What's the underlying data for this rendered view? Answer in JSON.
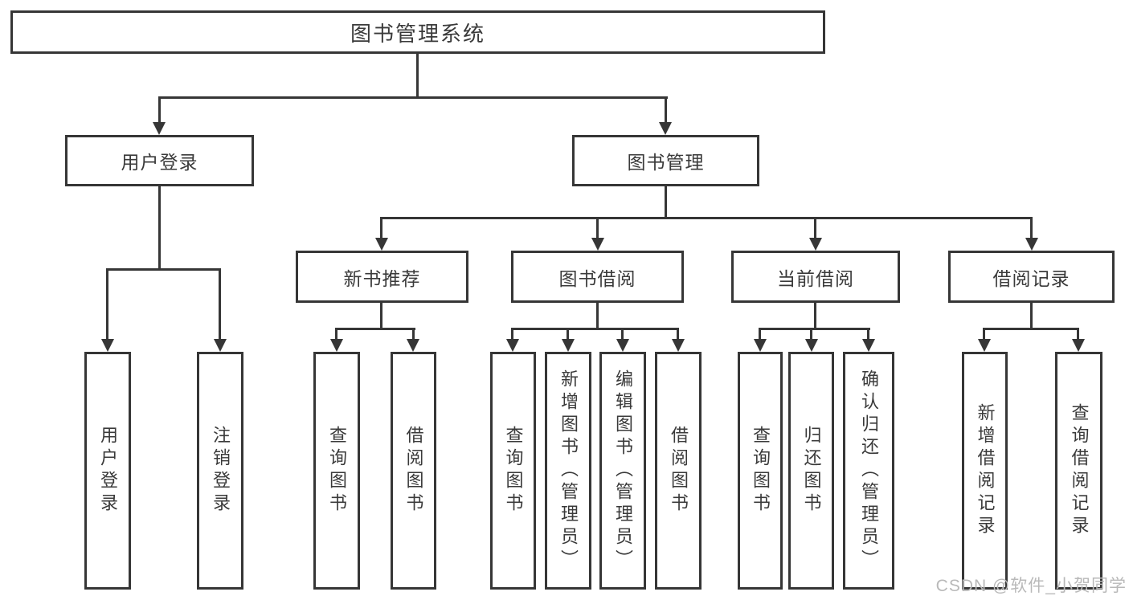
{
  "diagram": {
    "type": "hierarchy-tree",
    "title": "图书管理系统",
    "nodes": {
      "root": "图书管理系统",
      "user_login": "用户登录",
      "book_mgmt": "图书管理",
      "new_books": "新书推荐",
      "book_borrow": "图书借阅",
      "current_borrow": "当前借阅",
      "borrow_records": "借阅记录",
      "ul_user_login": "用户登录",
      "ul_logout": "注销登录",
      "nb_query_books": "查询图书",
      "nb_borrow_books": "借阅图书",
      "bb_query_books": "查询图书",
      "bb_add_books": "新增图书（管理员）",
      "bb_edit_books": "编辑图书（管理员）",
      "bb_borrow_books": "借阅图书",
      "cb_query_books": "查询图书",
      "cb_return_books": "归还图书",
      "cb_confirm_return": "确认归还（管理员）",
      "br_add_record": "新增借阅记录",
      "br_query_record": "查询借阅记录"
    },
    "structure": {
      "图书管理系统": {
        "用户登录": [
          "用户登录",
          "注销登录"
        ],
        "图书管理": {
          "新书推荐": [
            "查询图书",
            "借阅图书"
          ],
          "图书借阅": [
            "查询图书",
            "新增图书（管理员）",
            "编辑图书（管理员）",
            "借阅图书"
          ],
          "当前借阅": [
            "查询图书",
            "归还图书",
            "确认归还（管理员）"
          ],
          "借阅记录": [
            "新增借阅记录",
            "查询借阅记录"
          ]
        }
      }
    },
    "colors": {
      "line": "#363636",
      "text": "#3a3a3a",
      "background": "#ffffff",
      "watermark": "#b9b9b9"
    }
  },
  "watermark": "CSDN @软件_小贺同学"
}
